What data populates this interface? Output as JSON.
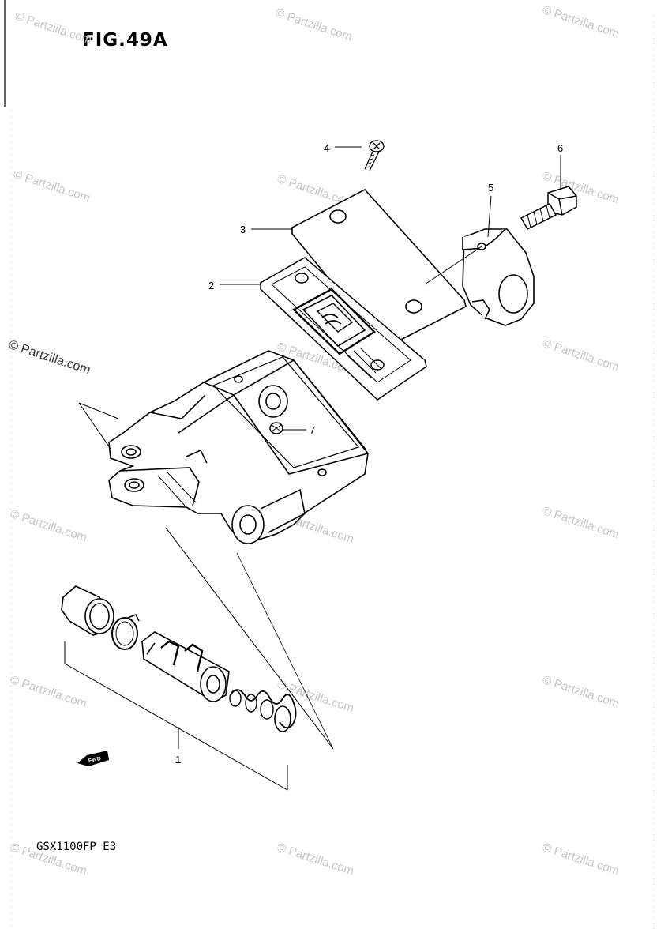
{
  "figure": {
    "title": "FIG.49A",
    "model": "GSX1100FP  E3",
    "watermark": "© Partzilla.com",
    "front_marker": "FWD"
  },
  "callouts": [
    {
      "id": "1",
      "label": "1"
    },
    {
      "id": "2",
      "label": "2"
    },
    {
      "id": "3",
      "label": "3"
    },
    {
      "id": "4",
      "label": "4"
    },
    {
      "id": "5",
      "label": "5"
    },
    {
      "id": "6",
      "label": "6"
    },
    {
      "id": "7",
      "label": "7"
    }
  ]
}
